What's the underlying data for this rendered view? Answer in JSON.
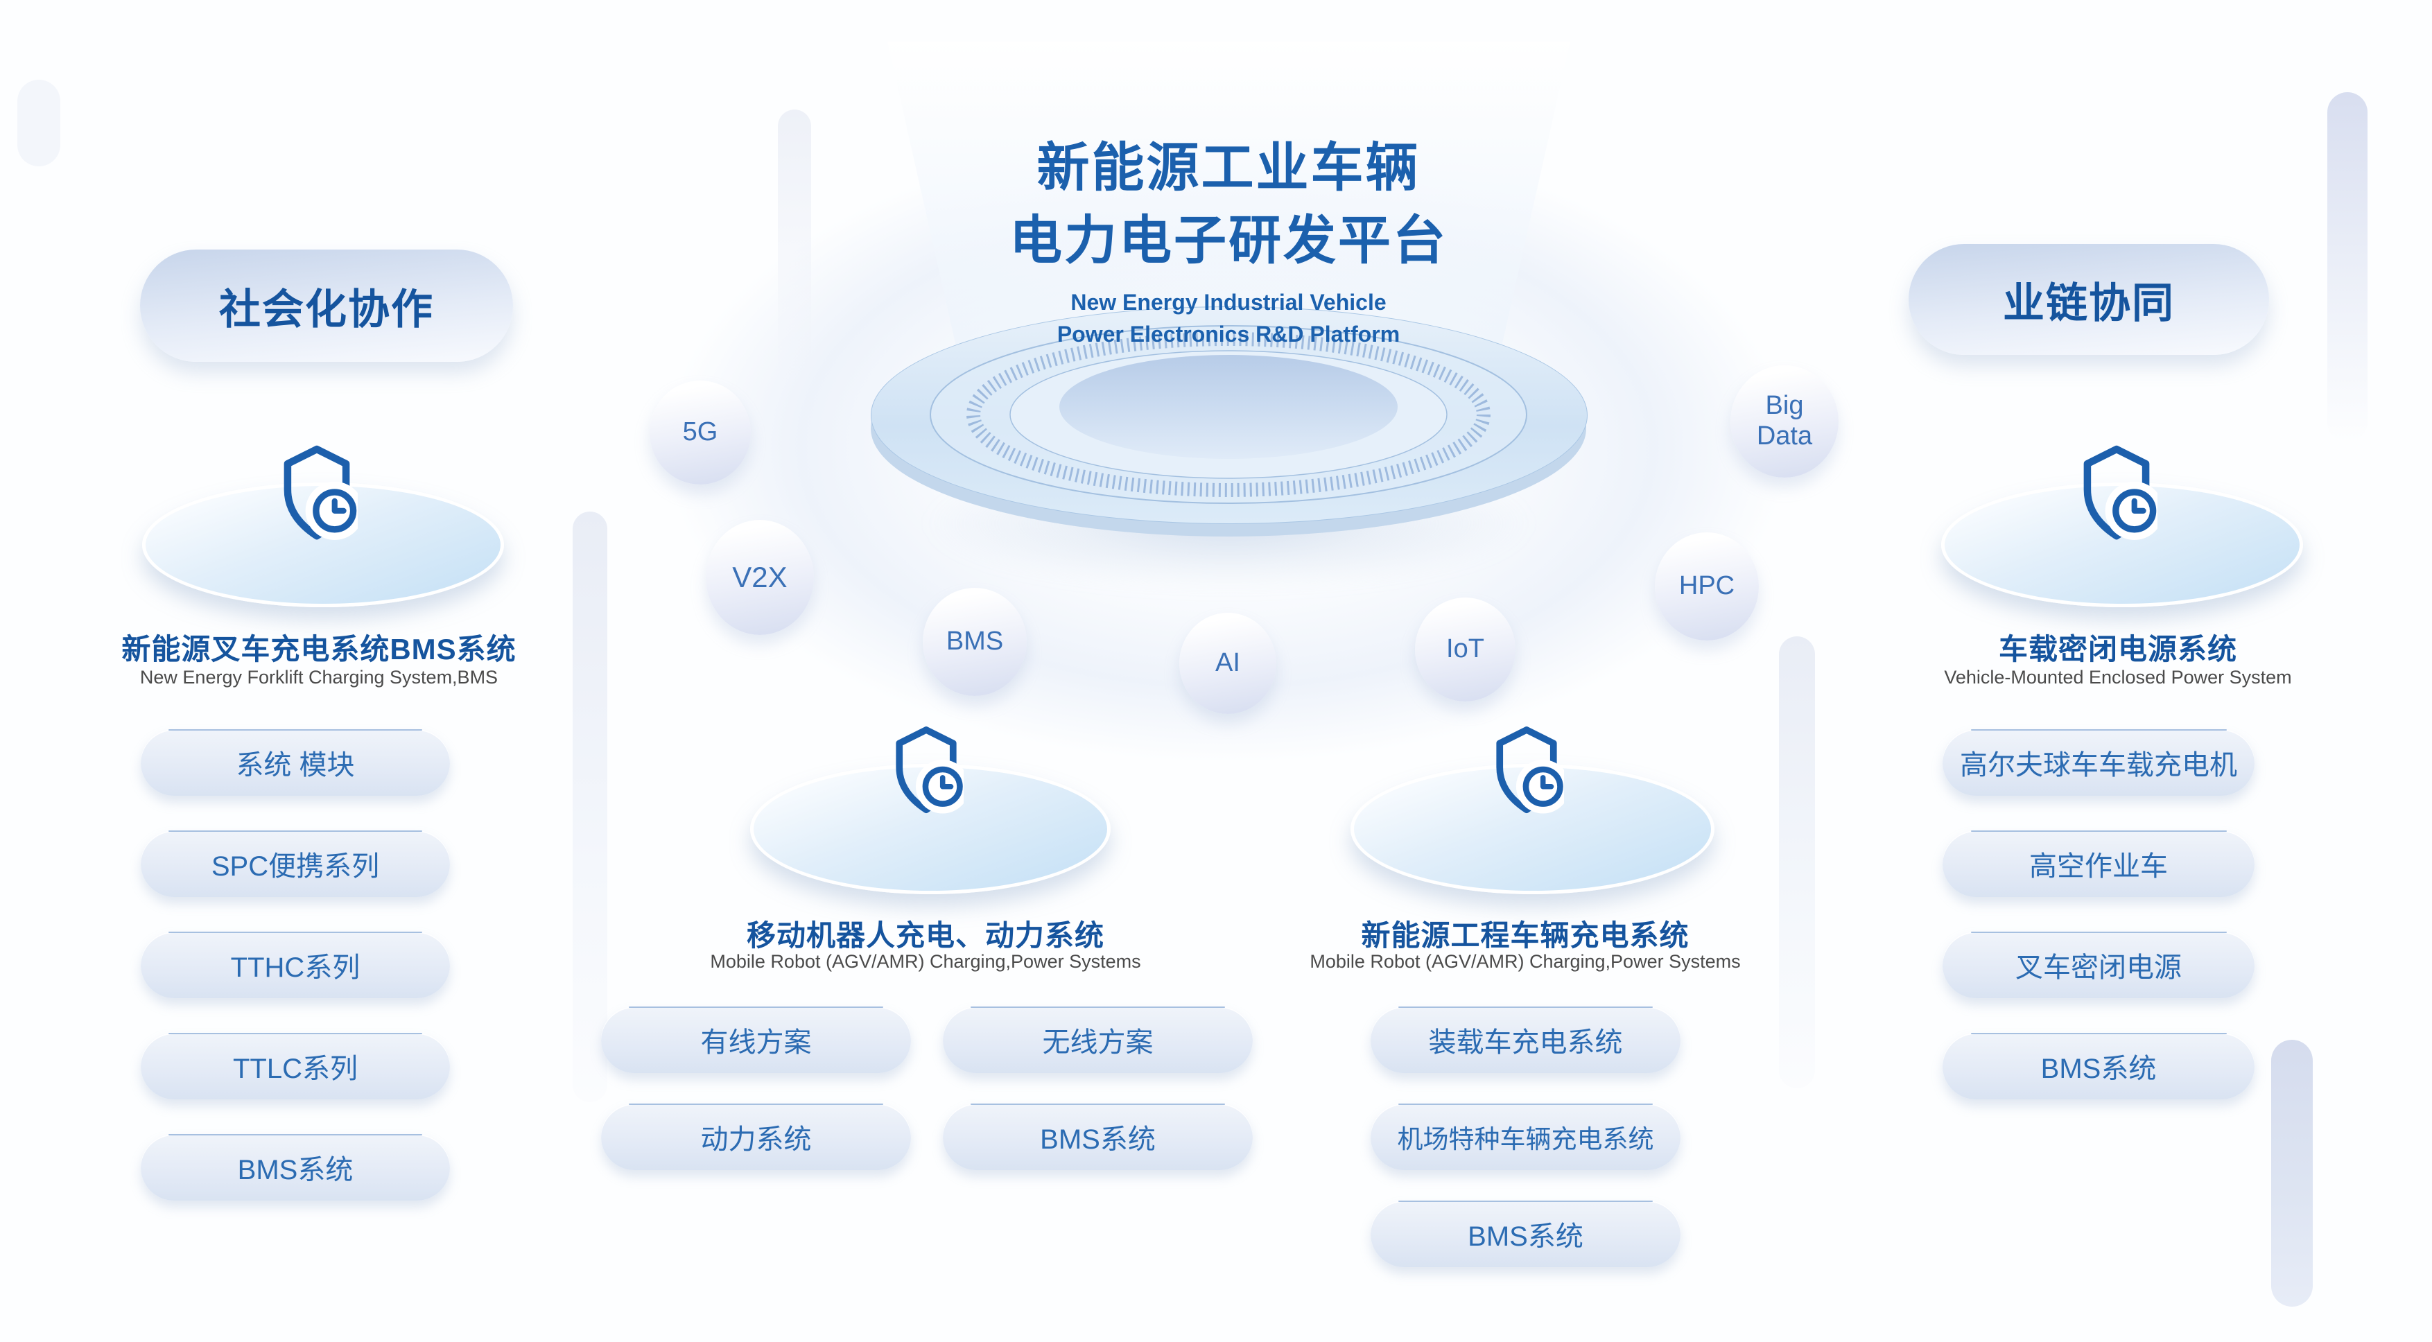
{
  "platform": {
    "title_line1": "新能源工业车辆",
    "title_line2": "电力电子研发平台",
    "subtitle_line1": "New Energy Industrial Vehicle",
    "subtitle_line2": "Power Electronics R&D Platform"
  },
  "bubbles": [
    {
      "label": "5G"
    },
    {
      "label": "V2X"
    },
    {
      "label": "BMS"
    },
    {
      "label": "AI"
    },
    {
      "label": "IoT"
    },
    {
      "label": "HPC"
    },
    {
      "label": "Big Data"
    }
  ],
  "sections": {
    "social_collaboration": {
      "header": "社会化协作",
      "title": "新能源叉车充电系统BMS系统",
      "subtitle": "New Energy Forklift Charging System,BMS",
      "items": [
        "系统 模块",
        "SPC便携系列",
        "TTHC系列",
        "TTLC系列",
        "BMS系统"
      ]
    },
    "mobile_robot": {
      "title": "移动机器人充电、动力系统",
      "subtitle": "Mobile Robot (AGV/AMR) Charging,Power Systems",
      "items": [
        "有线方案",
        "无线方案",
        "动力系统",
        "BMS系统"
      ]
    },
    "engineering_vehicle": {
      "title": "新能源工程车辆充电系统",
      "subtitle": "Mobile Robot (AGV/AMR) Charging,Power Systems",
      "items": [
        "装载车充电系统",
        "机场特种车辆充电系统",
        "BMS系统"
      ]
    },
    "industry_chain": {
      "header": "业链协同",
      "title": "车载密闭电源系统",
      "subtitle": "Vehicle-Mounted Enclosed Power System",
      "items": [
        "高尔夫球车车载充电机",
        "高空作业车",
        "叉车密闭电源",
        "BMS系统"
      ]
    }
  },
  "colors": {
    "brand_blue": "#15549e",
    "title_blue": "#1b60ad",
    "pill_text_blue": "#2b6bb2",
    "bubble_text_blue": "#3a70b6",
    "muted_gray": "#4a4a4a"
  }
}
